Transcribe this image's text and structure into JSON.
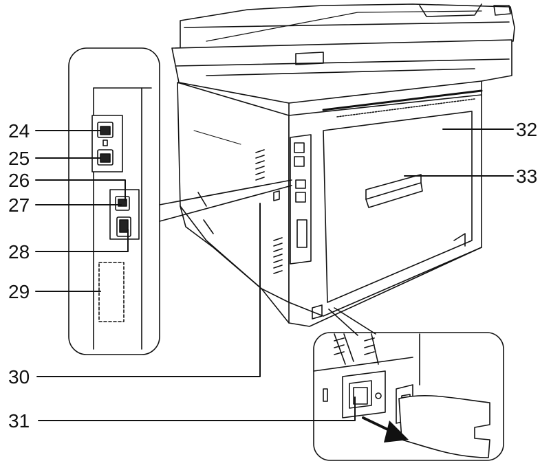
{
  "callouts": {
    "c24": "24",
    "c25": "25",
    "c26": "26",
    "c27": "27",
    "c28": "28",
    "c29": "29",
    "c30": "30",
    "c31": "31",
    "c32": "32",
    "c33": "33"
  },
  "colors": {
    "line": "#111111",
    "body": "#ffffff",
    "shade": "#dddddd"
  }
}
